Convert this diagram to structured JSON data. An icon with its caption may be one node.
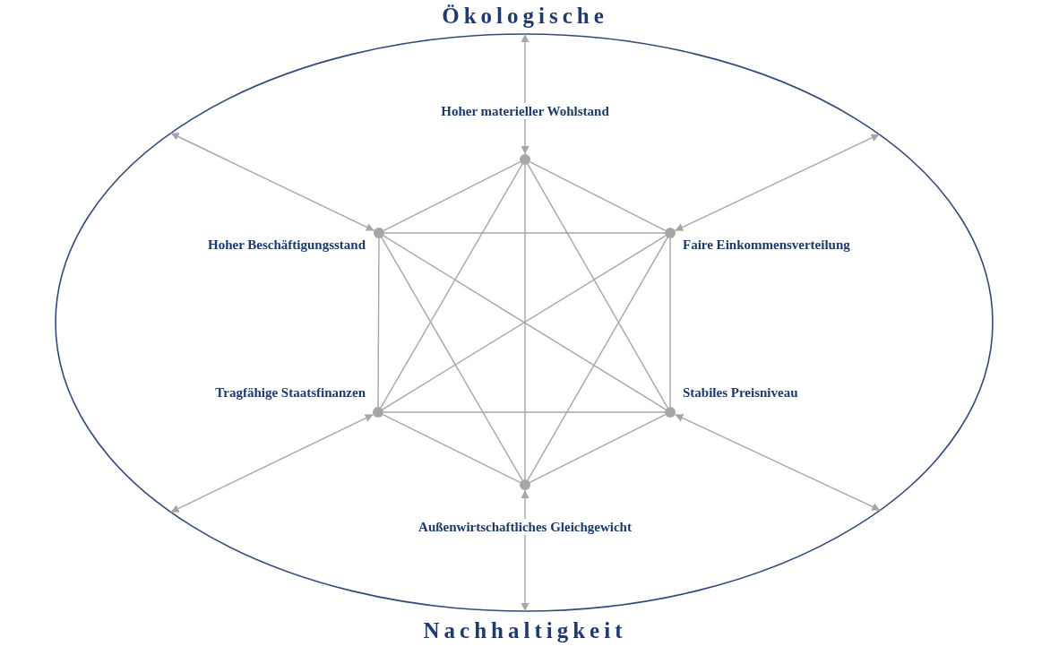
{
  "diagram": {
    "nodes": [
      {
        "text": [
          "Ökologische",
          "Nachhaltigkeit"
        ]
      },
      {
        "text": [],
        "shape": "circle",
        "beside": [
          "Hoher materieller Wohlstand"
        ],
        "in": 0
      },
      {
        "text": [],
        "shape": "circle",
        "beside": [
          "Hoher Beschäftigungsstand"
        ],
        "in": 0
      },
      {
        "text": [],
        "shape": "circle",
        "beside": [
          "Faire Einkommensverteilung"
        ],
        "in": 0
      },
      {
        "text": [],
        "shape": "circle",
        "beside": [
          "Tragfähige Staatsfinanzen"
        ],
        "in": 0
      },
      {
        "text": [],
        "shape": "circle",
        "beside": [
          "Stabiles Preisniveau"
        ],
        "in": 0
      },
      {
        "text": [],
        "shape": "circle",
        "beside": [
          "Außenwirtschaftliches Gleichgewicht"
        ],
        "in": 0
      }
    ],
    "edges": [
      {
        "from": 1,
        "to": 2,
        "arrow": "none"
      },
      {
        "from": 1,
        "to": 3,
        "arrow": "none"
      },
      {
        "from": 2,
        "to": 4,
        "arrow": "none"
      },
      {
        "from": 3,
        "to": 5,
        "arrow": "none"
      },
      {
        "from": 4,
        "to": 6,
        "arrow": "none"
      },
      {
        "from": 5,
        "to": 6,
        "arrow": "none"
      },
      {
        "from": 1,
        "to": 4,
        "arrow": "none"
      },
      {
        "from": 1,
        "to": 5,
        "arrow": "none"
      },
      {
        "from": 1,
        "to": 6,
        "arrow": "none"
      },
      {
        "from": 2,
        "to": 3,
        "arrow": "none"
      },
      {
        "from": 2,
        "to": 5,
        "arrow": "none"
      },
      {
        "from": 2,
        "to": 6,
        "arrow": "none"
      },
      {
        "from": 3,
        "to": 4,
        "arrow": "none"
      },
      {
        "from": 3,
        "to": 6,
        "arrow": "none"
      },
      {
        "from": 4,
        "to": 5,
        "arrow": "none"
      },
      {
        "from": 1,
        "to": 0,
        "arrow": "both"
      },
      {
        "from": 2,
        "to": 0,
        "arrow": "both"
      },
      {
        "from": 3,
        "to": 0,
        "arrow": "both"
      },
      {
        "from": 4,
        "to": 0,
        "arrow": "both"
      },
      {
        "from": 5,
        "to": 0,
        "arrow": "both"
      },
      {
        "from": 6,
        "to": 0,
        "arrow": "both"
      }
    ]
  }
}
